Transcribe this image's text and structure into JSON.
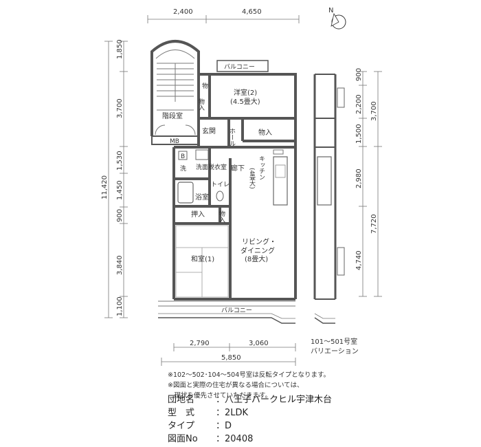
{
  "dimensions": {
    "top_left": "2,400",
    "top_right": "4,650",
    "left_stack": [
      "1,850",
      "3,700",
      "1,530",
      "1,450",
      "900",
      "3,840",
      "1,100"
    ],
    "left_total": "11,420",
    "right_stack": [
      "900",
      "2,200",
      "1,500",
      "2,980",
      "4,740"
    ],
    "right_total_upper": "3,700",
    "right_total_lower": "7,720",
    "bottom_left": "2,790",
    "bottom_right": "3,060",
    "bottom_total": "5,850"
  },
  "rooms": {
    "stair": "階段室",
    "storage_top": "物入",
    "western_room_name": "洋室(2)",
    "western_room_size": "(4.5畳大)",
    "entrance": "玄関",
    "hall": "ホール",
    "storage_hall": "物入",
    "mb": "MB",
    "laundry_mark": "B",
    "washer": "洗",
    "dressing": "洗面脱衣室",
    "corridor": "廊下",
    "kitchen": "キッチン",
    "kitchen_size": "(4畳大)",
    "bath": "浴室",
    "toilet": "トイレ",
    "closet": "押入",
    "storage_small": "物入",
    "living_line1": "リビング・",
    "living_line2": "ダイニング",
    "living_size": "(8畳大)",
    "japanese_room": "和室(1)",
    "balcony_top": "バルコニー",
    "balcony_bottom": "バルコニー",
    "variation_line1": "101～501号室",
    "variation_line2": "バリエーション"
  },
  "compass_label": "N",
  "notes": [
    "※102～502･104～504号室は反転タイプとなります。",
    "※図面と実際の住宅が異なる場合については、",
    "　現状を優先させていただきます。"
  ],
  "info": [
    {
      "label": "団地名",
      "value": "八王子パークヒル宇津木台"
    },
    {
      "label": "型　式",
      "value": "2LDK"
    },
    {
      "label": "タイプ",
      "value": "D"
    },
    {
      "label": "図面No",
      "value": "20408"
    }
  ]
}
